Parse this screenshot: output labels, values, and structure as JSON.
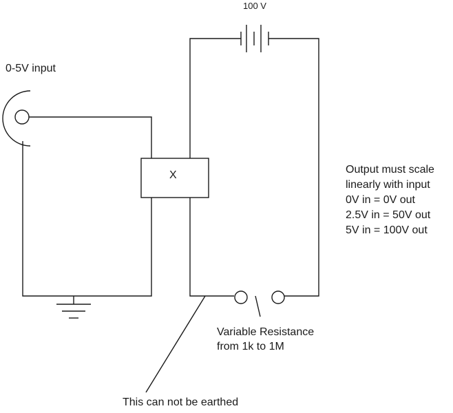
{
  "labels": {
    "battery": "100 V",
    "input": "0-5V input",
    "box": "X",
    "earth_note": "This can not be earthed"
  },
  "output_notes": [
    "Output must scale",
    "linearly with input",
    "0V in = 0V out",
    "2.5V in = 50V out",
    "5V in = 100V out"
  ],
  "resistance_note": [
    "Variable Resistance",
    "from 1k to 1M"
  ],
  "colors": {
    "line": "#1a1a1a",
    "background": "#ffffff"
  }
}
